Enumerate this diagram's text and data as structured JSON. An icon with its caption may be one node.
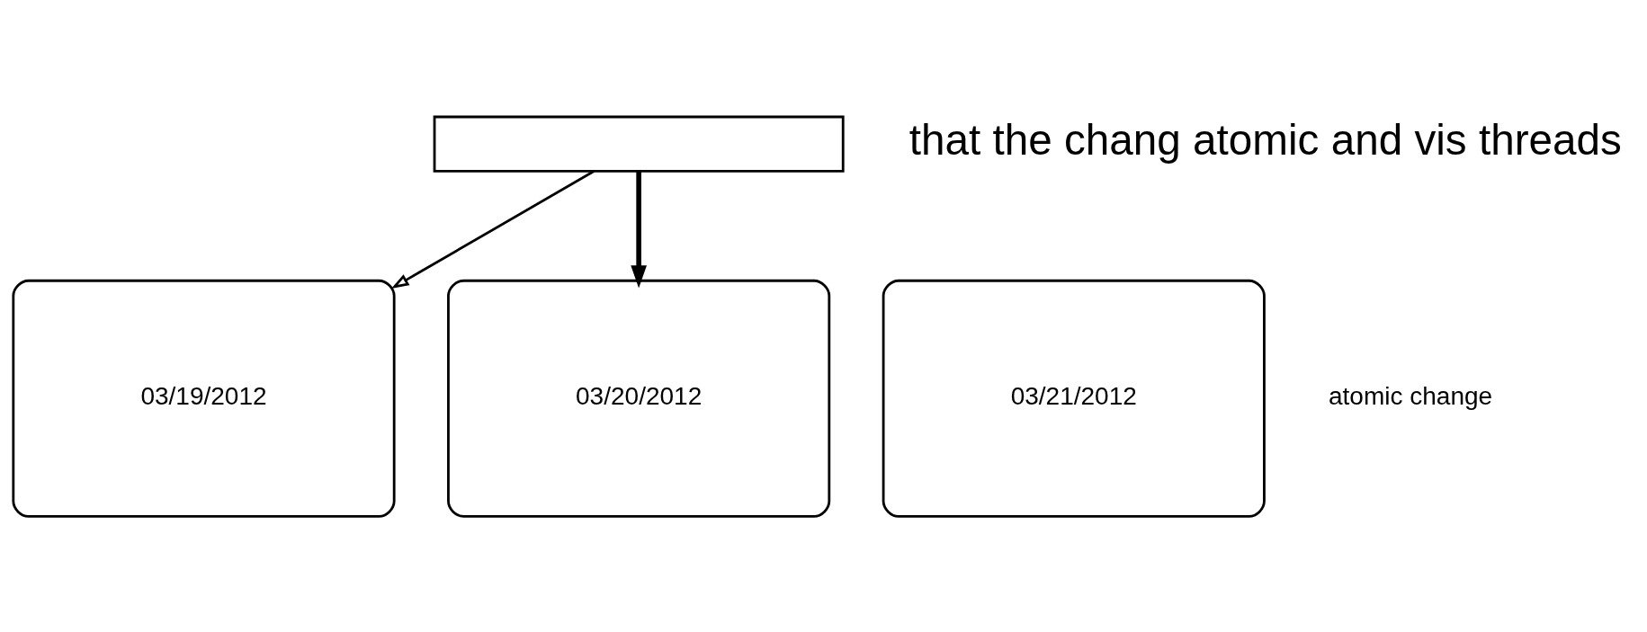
{
  "diagram": {
    "nodes": [
      {
        "text": [],
        "shape": "box"
      },
      {
        "text": [
          "03/19/2012"
        ]
      },
      {
        "text": [
          "03/20/2012"
        ]
      },
      {
        "text": [
          "03/21/2012"
        ]
      }
    ],
    "edges": [
      {
        "from": 0,
        "to": 1,
        "arrow": "to"
      },
      {
        "from": 0,
        "to": 2,
        "arrow": "to",
        "style": "thick"
      }
    ],
    "labels": [
      "atomic change",
      "that the chang atomic and vis threads"
    ]
  }
}
